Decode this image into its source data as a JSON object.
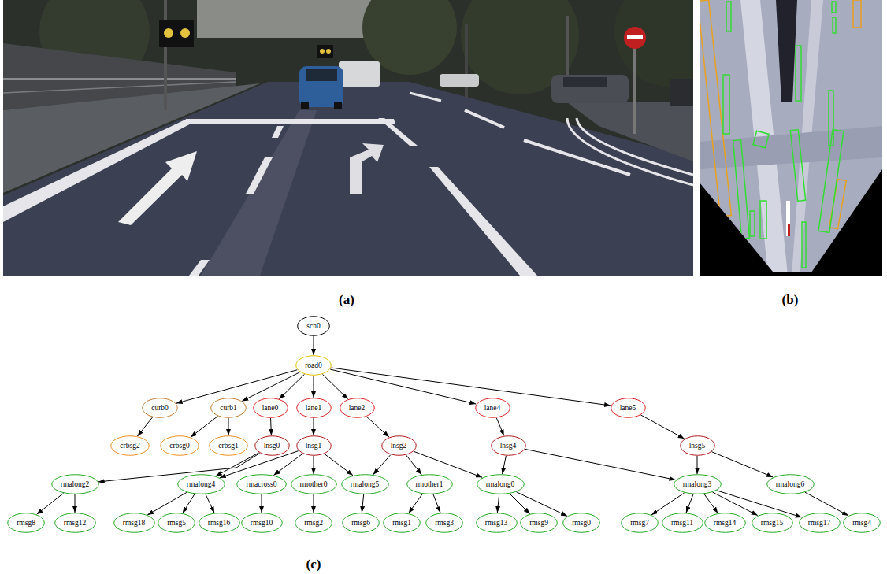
{
  "diagram": {
    "nodes": [
      {
        "text": [
          "scn0"
        ]
      },
      {
        "text": [
          "road0"
        ]
      },
      {
        "text": [
          "curb0"
        ]
      },
      {
        "text": [
          "curb1"
        ]
      },
      {
        "text": [
          "lane0"
        ]
      },
      {
        "text": [
          "lane1"
        ]
      },
      {
        "text": [
          "lane2"
        ]
      },
      {
        "text": [
          "lane4"
        ]
      },
      {
        "text": [
          "lane5"
        ]
      },
      {
        "text": [
          "crbsg2"
        ]
      },
      {
        "text": [
          "crbsg0"
        ]
      },
      {
        "text": [
          "crbsg1"
        ]
      },
      {
        "text": [
          "lnsg0"
        ]
      },
      {
        "text": [
          "lnsg1"
        ]
      },
      {
        "text": [
          "lnsg2"
        ]
      },
      {
        "text": [
          "lnsg4"
        ]
      },
      {
        "text": [
          "lnsg5"
        ]
      },
      {
        "text": [
          "rmalong2"
        ]
      },
      {
        "text": [
          "rmalong4"
        ]
      },
      {
        "text": [
          "rmacross0"
        ]
      },
      {
        "text": [
          "rmother0"
        ]
      },
      {
        "text": [
          "rmalong5"
        ]
      },
      {
        "text": [
          "rmother1"
        ]
      },
      {
        "text": [
          "rmalong0"
        ]
      },
      {
        "text": [
          "rmalong3"
        ]
      },
      {
        "text": [
          "rmalong6"
        ]
      },
      {
        "text": [
          "rmsg8"
        ]
      },
      {
        "text": [
          "rmsg12"
        ]
      },
      {
        "text": [
          "rmsg18"
        ]
      },
      {
        "text": [
          "rmsg5"
        ]
      },
      {
        "text": [
          "rmsg16"
        ]
      },
      {
        "text": [
          "rmsg10"
        ]
      },
      {
        "text": [
          "rmsg2"
        ]
      },
      {
        "text": [
          "rmsg6"
        ]
      },
      {
        "text": [
          "rmsg1"
        ]
      },
      {
        "text": [
          "rmsg3"
        ]
      },
      {
        "text": [
          "rmsg13"
        ]
      },
      {
        "text": [
          "rmsg9"
        ]
      },
      {
        "text": [
          "rmsg0"
        ]
      },
      {
        "text": [
          "rmsg7"
        ]
      },
      {
        "text": [
          "rmsg11"
        ]
      },
      {
        "text": [
          "rmsg14"
        ]
      },
      {
        "text": [
          "rmsg15"
        ]
      },
      {
        "text": [
          "rmsg17"
        ]
      },
      {
        "text": [
          "rmsg4"
        ]
      }
    ],
    "edges": [
      {
        "from": 0,
        "to": 1,
        "arrow": "to"
      },
      {
        "from": 1,
        "to": 2,
        "arrow": "to"
      },
      {
        "from": 1,
        "to": 3,
        "arrow": "to"
      },
      {
        "from": 1,
        "to": 4,
        "arrow": "to"
      },
      {
        "from": 1,
        "to": 5,
        "arrow": "to"
      },
      {
        "from": 1,
        "to": 6,
        "arrow": "to"
      },
      {
        "from": 1,
        "to": 7,
        "arrow": "to"
      },
      {
        "from": 1,
        "to": 8,
        "arrow": "to"
      },
      {
        "from": 2,
        "to": 9,
        "arrow": "to"
      },
      {
        "from": 3,
        "to": 10,
        "arrow": "to"
      },
      {
        "from": 3,
        "to": 11,
        "arrow": "to"
      },
      {
        "from": 4,
        "to": 12,
        "arrow": "to"
      },
      {
        "from": 5,
        "to": 13,
        "arrow": "to"
      },
      {
        "from": 6,
        "to": 14,
        "arrow": "to"
      },
      {
        "from": 7,
        "to": 15,
        "arrow": "to"
      },
      {
        "from": 8,
        "to": 16,
        "arrow": "to"
      },
      {
        "from": 12,
        "to": 17,
        "arrow": "to"
      },
      {
        "from": 12,
        "to": 18,
        "arrow": "to"
      },
      {
        "from": 13,
        "to": 18,
        "arrow": "to"
      },
      {
        "from": 13,
        "to": 19,
        "arrow": "to"
      },
      {
        "from": 13,
        "to": 20,
        "arrow": "to"
      },
      {
        "from": 13,
        "to": 21,
        "arrow": "to"
      },
      {
        "from": 14,
        "to": 21,
        "arrow": "to"
      },
      {
        "from": 14,
        "to": 22,
        "arrow": "to"
      },
      {
        "from": 14,
        "to": 23,
        "arrow": "to"
      },
      {
        "from": 15,
        "to": 23,
        "arrow": "to"
      },
      {
        "from": 15,
        "to": 24,
        "arrow": "to"
      },
      {
        "from": 16,
        "to": 24,
        "arrow": "to"
      },
      {
        "from": 16,
        "to": 25,
        "arrow": "to"
      },
      {
        "from": 17,
        "to": 26,
        "arrow": "to"
      },
      {
        "from": 17,
        "to": 27,
        "arrow": "to"
      },
      {
        "from": 18,
        "to": 28,
        "arrow": "to"
      },
      {
        "from": 18,
        "to": 29,
        "arrow": "to"
      },
      {
        "from": 18,
        "to": 30,
        "arrow": "to"
      },
      {
        "from": 19,
        "to": 31,
        "arrow": "to"
      },
      {
        "from": 20,
        "to": 32,
        "arrow": "to"
      },
      {
        "from": 21,
        "to": 33,
        "arrow": "to"
      },
      {
        "from": 22,
        "to": 34,
        "arrow": "to"
      },
      {
        "from": 22,
        "to": 35,
        "arrow": "to"
      },
      {
        "from": 23,
        "to": 36,
        "arrow": "to"
      },
      {
        "from": 23,
        "to": 37,
        "arrow": "to"
      },
      {
        "from": 23,
        "to": 38,
        "arrow": "to"
      },
      {
        "from": 24,
        "to": 39,
        "arrow": "to"
      },
      {
        "from": 24,
        "to": 40,
        "arrow": "to"
      },
      {
        "from": 24,
        "to": 41,
        "arrow": "to"
      },
      {
        "from": 24,
        "to": 42,
        "arrow": "to"
      },
      {
        "from": 24,
        "to": 43,
        "arrow": "to"
      },
      {
        "from": 25,
        "to": 44,
        "arrow": "to"
      }
    ],
    "labels": [
      "(a)",
      "(b)",
      "(c)"
    ]
  }
}
